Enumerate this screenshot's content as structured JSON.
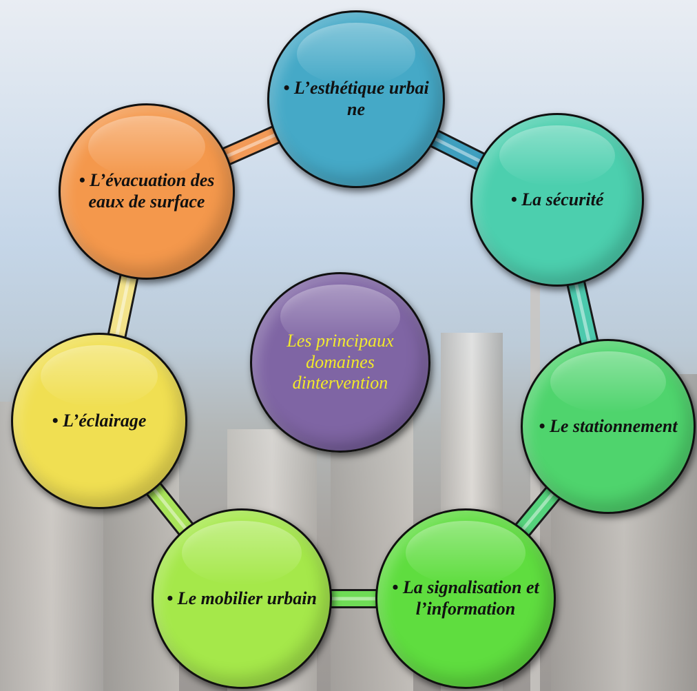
{
  "diagram": {
    "center": {
      "label": "Les principaux domaines dintervention",
      "color": "#7f65a4"
    },
    "nodes": [
      {
        "id": "esthetique",
        "label": "• L’esthétique urbaine",
        "color": "#45a9c7"
      },
      {
        "id": "securite",
        "label": "• La sécurité",
        "color": "#4ccfae"
      },
      {
        "id": "stationnement",
        "label": "• Le stationnement",
        "color": "#4fd46d"
      },
      {
        "id": "signalisation",
        "label": "• La signalisation et l’information",
        "color": "#5fdd3f"
      },
      {
        "id": "mobilier",
        "label": "• Le mobilier urbain",
        "color": "#a5e84a"
      },
      {
        "id": "eclairage",
        "label": "• L’éclairage",
        "color": "#f0df52"
      },
      {
        "id": "evacuation",
        "label": "• L’évacuation des eaux de surface",
        "color": "#f4984c"
      }
    ],
    "connectors": [
      {
        "from": "esthetique",
        "to": "securite",
        "color": "#3f9fbf"
      },
      {
        "from": "securite",
        "to": "stationnement",
        "color": "#4cc9ad"
      },
      {
        "from": "stationnement",
        "to": "signalisation",
        "color": "#55d27c"
      },
      {
        "from": "signalisation",
        "to": "mobilier",
        "color": "#6fdc56"
      },
      {
        "from": "mobilier",
        "to": "eclairage",
        "color": "#a9e45a"
      },
      {
        "from": "eclairage",
        "to": "evacuation",
        "color": "#f3e38a"
      },
      {
        "from": "evacuation",
        "to": "esthetique",
        "color": "#f29a57"
      }
    ]
  }
}
